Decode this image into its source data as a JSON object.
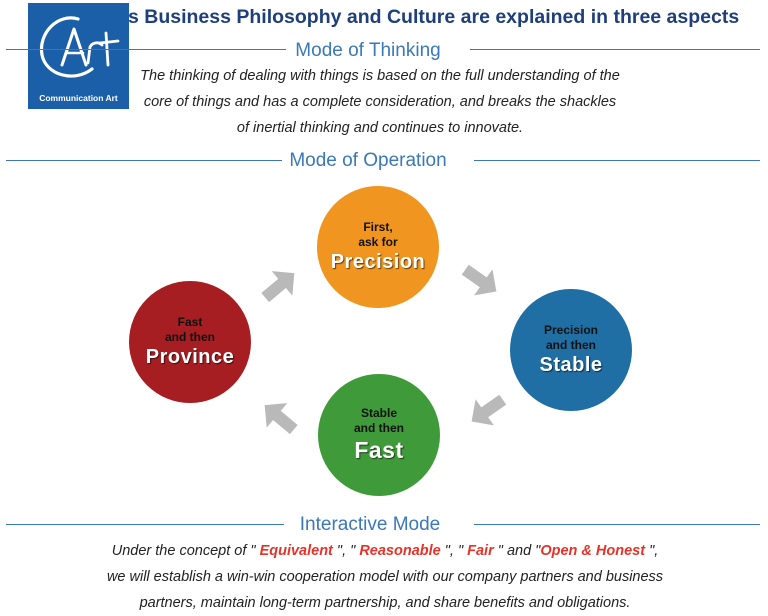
{
  "logo": {
    "caption": "Communication Art",
    "colors": {
      "background": "#1b5fa8",
      "mark": "#ffffff"
    }
  },
  "title": "s Business Philosophy and Culture are explained in three aspects",
  "sections": {
    "thinking": {
      "heading": "Mode of Thinking",
      "lines": [
        "The thinking of dealing with things is based on the full understanding of the",
        "core of things and has a complete consideration, and breaks the shackles",
        "of inertial thinking and continues to innovate."
      ]
    },
    "operation": {
      "heading": "Mode of Operation",
      "cycle": [
        {
          "small": [
            "First,",
            "ask for"
          ],
          "big": "Precision",
          "color": "#f0951f"
        },
        {
          "small": [
            "Precision",
            "and then"
          ],
          "big": "Stable",
          "color": "#1f6fa5"
        },
        {
          "small": [
            "Stable",
            "and then"
          ],
          "big": "Fast",
          "color": "#3f9a3a"
        },
        {
          "small": [
            "Fast",
            "and then"
          ],
          "big": "Province",
          "color": "#a61e22"
        }
      ],
      "arrow_color": "#b9b9b9"
    },
    "interactive": {
      "heading": "Interactive Mode",
      "line1": {
        "pre": "Under the concept of \" ",
        "kw1": "Equivalent",
        "sep1": " \", \" ",
        "kw2": "Reasonable",
        "sep2": " \", \" ",
        "kw3": "Fair",
        "sep3": " \" and \"",
        "kw4": "Open & Honest",
        "post": " \","
      },
      "lines": [
        "we will establish a win-win cooperation model with our company partners and business",
        "partners, maintain long-term partnership, and share benefits and obligations."
      ],
      "keyword_color": "#e5332a"
    }
  }
}
